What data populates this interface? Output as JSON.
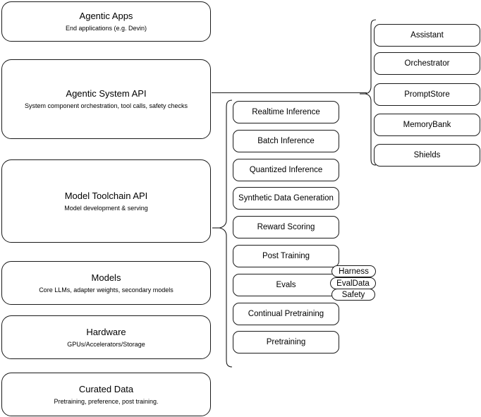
{
  "diagram": {
    "title": "AI stack layered architecture diagram",
    "stroke_color": "#1a1a1a",
    "background_color": "#ffffff",
    "layers": [
      {
        "title": "Agentic Apps",
        "subtitle": "End applications (e.g. Devin)"
      },
      {
        "title": "Agentic System API",
        "subtitle": "System component orchestration, tool calls, safety checks"
      },
      {
        "title": "Model Toolchain API",
        "subtitle": "Model development & serving"
      },
      {
        "title": "Models",
        "subtitle": "Core LLMs, adapter weights, secondary models"
      },
      {
        "title": "Hardware",
        "subtitle": "GPUs/Accelerators/Storage"
      },
      {
        "title": "Curated Data",
        "subtitle": "Pretraining, preference, post training."
      }
    ],
    "toolchain_capabilities": [
      {
        "label": "Realtime Inference"
      },
      {
        "label": "Batch Inference"
      },
      {
        "label": "Quantized Inference"
      },
      {
        "label": "Synthetic Data Generation"
      },
      {
        "label": "Reward Scoring"
      },
      {
        "label": "Post Training"
      },
      {
        "label": "Evals"
      },
      {
        "label": "Continual Pretraining"
      },
      {
        "label": "Pretraining"
      }
    ],
    "evals_subcomponents": [
      {
        "label": "Harness"
      },
      {
        "label": "EvalData"
      },
      {
        "label": "Safety"
      }
    ],
    "system_components": [
      {
        "label": "Assistant"
      },
      {
        "label": "Orchestrator"
      },
      {
        "label": "PromptStore"
      },
      {
        "label": "MemoryBank"
      },
      {
        "label": "Shields"
      }
    ]
  }
}
